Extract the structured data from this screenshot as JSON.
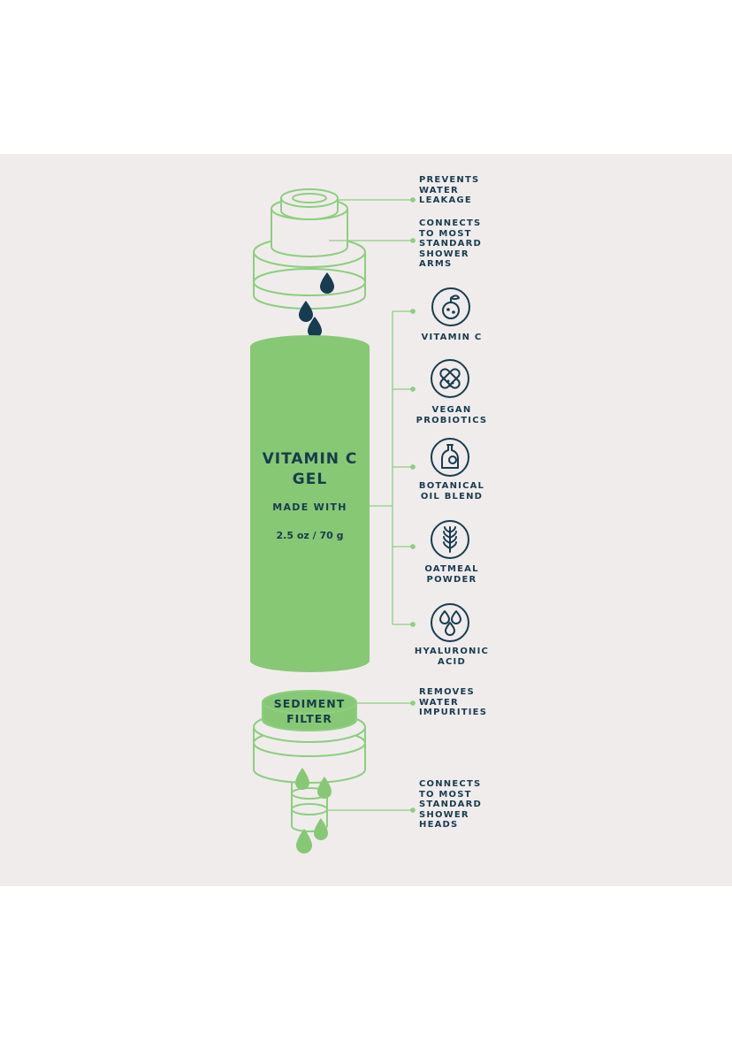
{
  "colors": {
    "background": "#f0ecec",
    "outline_green": "#8ccf7e",
    "fill_green": "#87c874",
    "navy": "#173c4f"
  },
  "callouts": {
    "top_ring": "PREVENTS\nWATER\nLEAKAGE",
    "top_housing": "CONNECTS\nTO MOST\nSTANDARD\nSHOWER\nARMS",
    "sediment": "REMOVES\nWATER\nIMPURITIES",
    "bottom_housing": "CONNECTS\nTO MOST\nSTANDARD\nSHOWER\nHEADS"
  },
  "cartridge": {
    "title": "VITAMIN C\nGEL",
    "made_with": "MADE WITH",
    "weight": "2.5 oz / 70 g"
  },
  "sediment_filter": {
    "label": "SEDIMENT\nFILTER"
  },
  "ingredients": [
    {
      "icon": "orange-icon",
      "label": "VITAMIN C"
    },
    {
      "icon": "capsule-icon",
      "label": "VEGAN\nPROBIOTICS"
    },
    {
      "icon": "oil-bottle-icon",
      "label": "BOTANICAL\nOIL BLEND"
    },
    {
      "icon": "wheat-icon",
      "label": "OATMEAL\nPOWDER"
    },
    {
      "icon": "droplets-icon",
      "label": "HYALURONIC\nACID"
    }
  ]
}
